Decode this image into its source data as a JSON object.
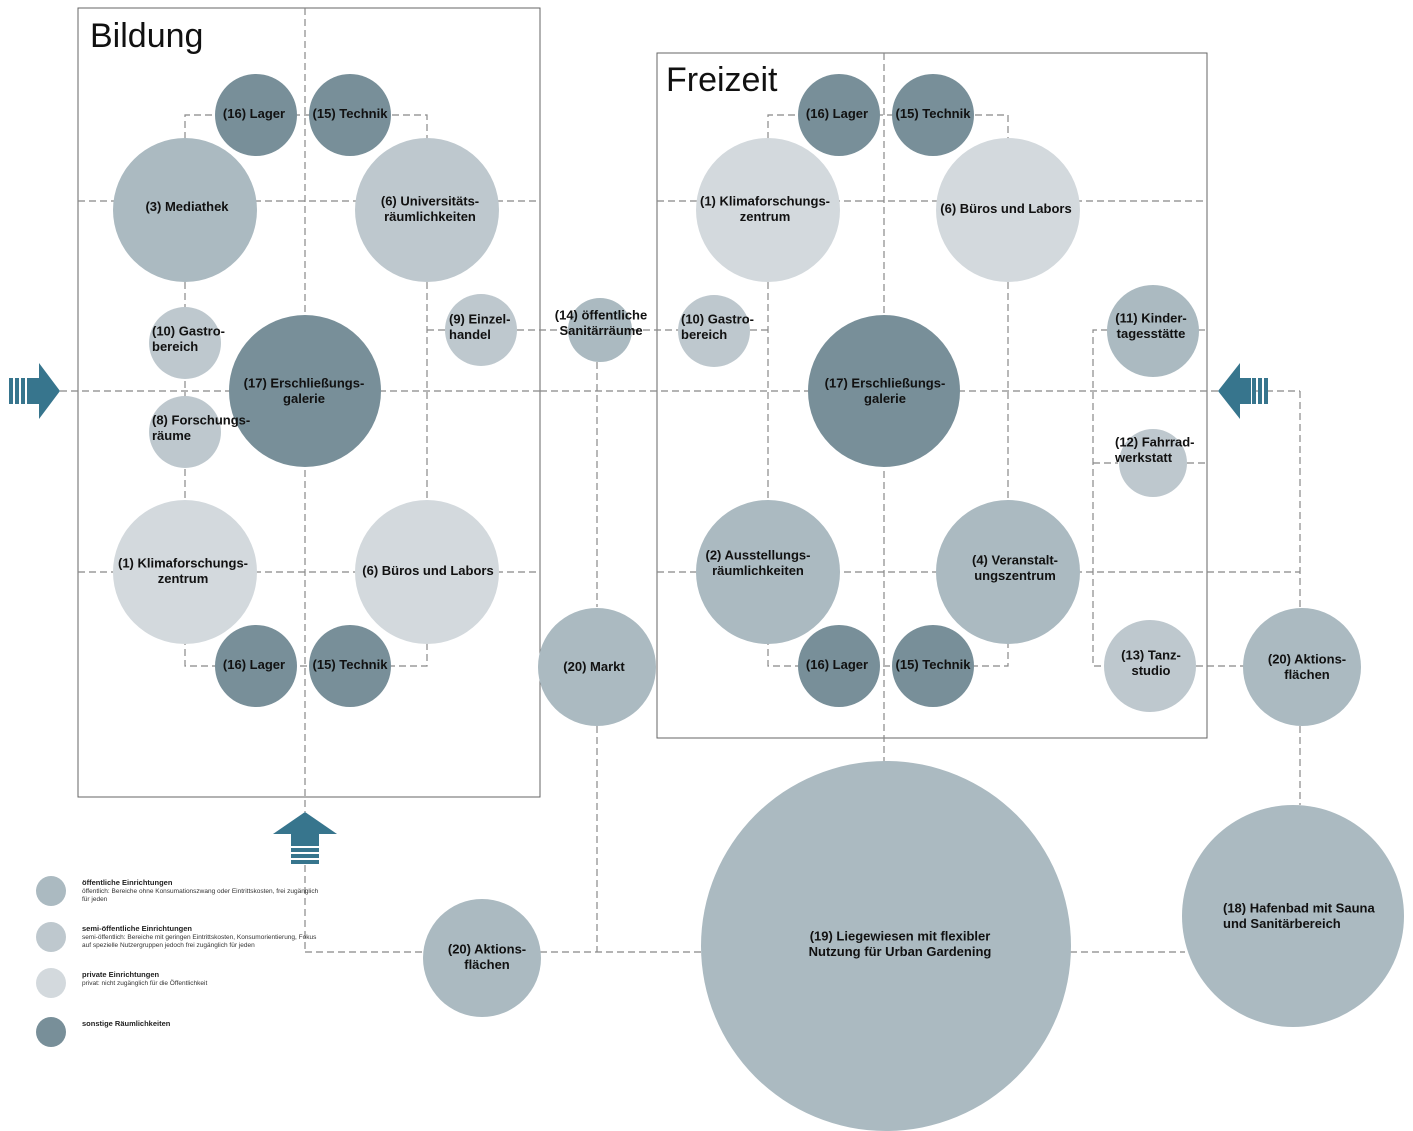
{
  "colors": {
    "public": "#abbac1",
    "semi_public": "#bec8ce",
    "private": "#d3d9dd",
    "other": "#788f99",
    "arrow": "#37758d",
    "line": "#888888",
    "frame": "#666666"
  },
  "areas": {
    "bildung_title": "Bildung",
    "freizeit_title": "Freizeit"
  },
  "nodes": {
    "b_lager_top": [
      "(16) Lager"
    ],
    "b_technik_top": [
      "(15) Technik"
    ],
    "b_mediathek": [
      "(3) Mediathek"
    ],
    "b_uni": [
      "(6) Universitäts-",
      "räumlichkeiten"
    ],
    "b_gastro": [
      "(10) Gastro-",
      "bereich"
    ],
    "b_erschl": [
      "(17) Erschließungs-",
      "galerie"
    ],
    "b_einzel": [
      "(9) Einzel-",
      "handel"
    ],
    "b_forschung": [
      "(8) Forschungs-",
      "räume"
    ],
    "b_klima": [
      "(1) Klimaforschungs-",
      "zentrum"
    ],
    "b_bueros": [
      "(6) Büros und Labors"
    ],
    "b_lager_bot": [
      "(16) Lager"
    ],
    "b_technik_bot": [
      "(15) Technik"
    ],
    "sanitaer": [
      "(14) öffentliche",
      "Sanitärräume"
    ],
    "markt": [
      "(20) Markt"
    ],
    "aktion_left": [
      "(20) Aktions-",
      "flächen"
    ],
    "f_lager_top": [
      "(16) Lager"
    ],
    "f_technik_top": [
      "(15) Technik"
    ],
    "f_klima": [
      "(1) Klimaforschungs-",
      "zentrum"
    ],
    "f_bueros": [
      "(6) Büros und Labors"
    ],
    "f_gastro": [
      "(10) Gastro-",
      "bereich"
    ],
    "f_erschl": [
      "(17) Erschließungs-",
      "galerie"
    ],
    "f_kita": [
      "(11) Kinder-",
      "tagesstätte"
    ],
    "f_fahrrad": [
      "(12) Fahrrad-",
      "werkstatt"
    ],
    "f_ausstellung": [
      "(2) Ausstellungs-",
      "räumlichkeiten"
    ],
    "f_veranstalt": [
      "(4) Veranstalt-",
      "ungszentrum"
    ],
    "f_tanz": [
      "(13) Tanz-",
      "studio"
    ],
    "f_lager_bot": [
      "(16) Lager"
    ],
    "f_technik_bot": [
      "(15) Technik"
    ],
    "aktion_right": [
      "(20) Aktions-",
      "flächen"
    ],
    "liegewiesen": [
      "(19) Liegewiesen mit flexibler",
      "Nutzung für Urban Gardening"
    ],
    "hafenbad": [
      "(18) Hafenbad mit Sauna",
      "und Sanitärbereich"
    ]
  },
  "legend": [
    {
      "title": "öffentliche Einrichtungen",
      "desc": "öffentlich: Bereiche ohne Konsumationszwang oder Eintrittskosten, frei zugänglich für jeden",
      "color": "#abbac1"
    },
    {
      "title": "semi-öffentliche Einrichtungen",
      "desc": "semi-öffentlich: Bereiche mit geringen Eintrittskosten, Konsumorientierung, Fokus auf spezielle Nutzergruppen jedoch frei zugänglich für jeden",
      "color": "#bec8ce"
    },
    {
      "title": "private Einrichtungen",
      "desc": "privat: nicht zugänglich für die Öffentlichkeit",
      "color": "#d3d9dd"
    },
    {
      "title": "sonstige Räumlichkeiten",
      "desc": "",
      "color": "#788f99"
    }
  ]
}
